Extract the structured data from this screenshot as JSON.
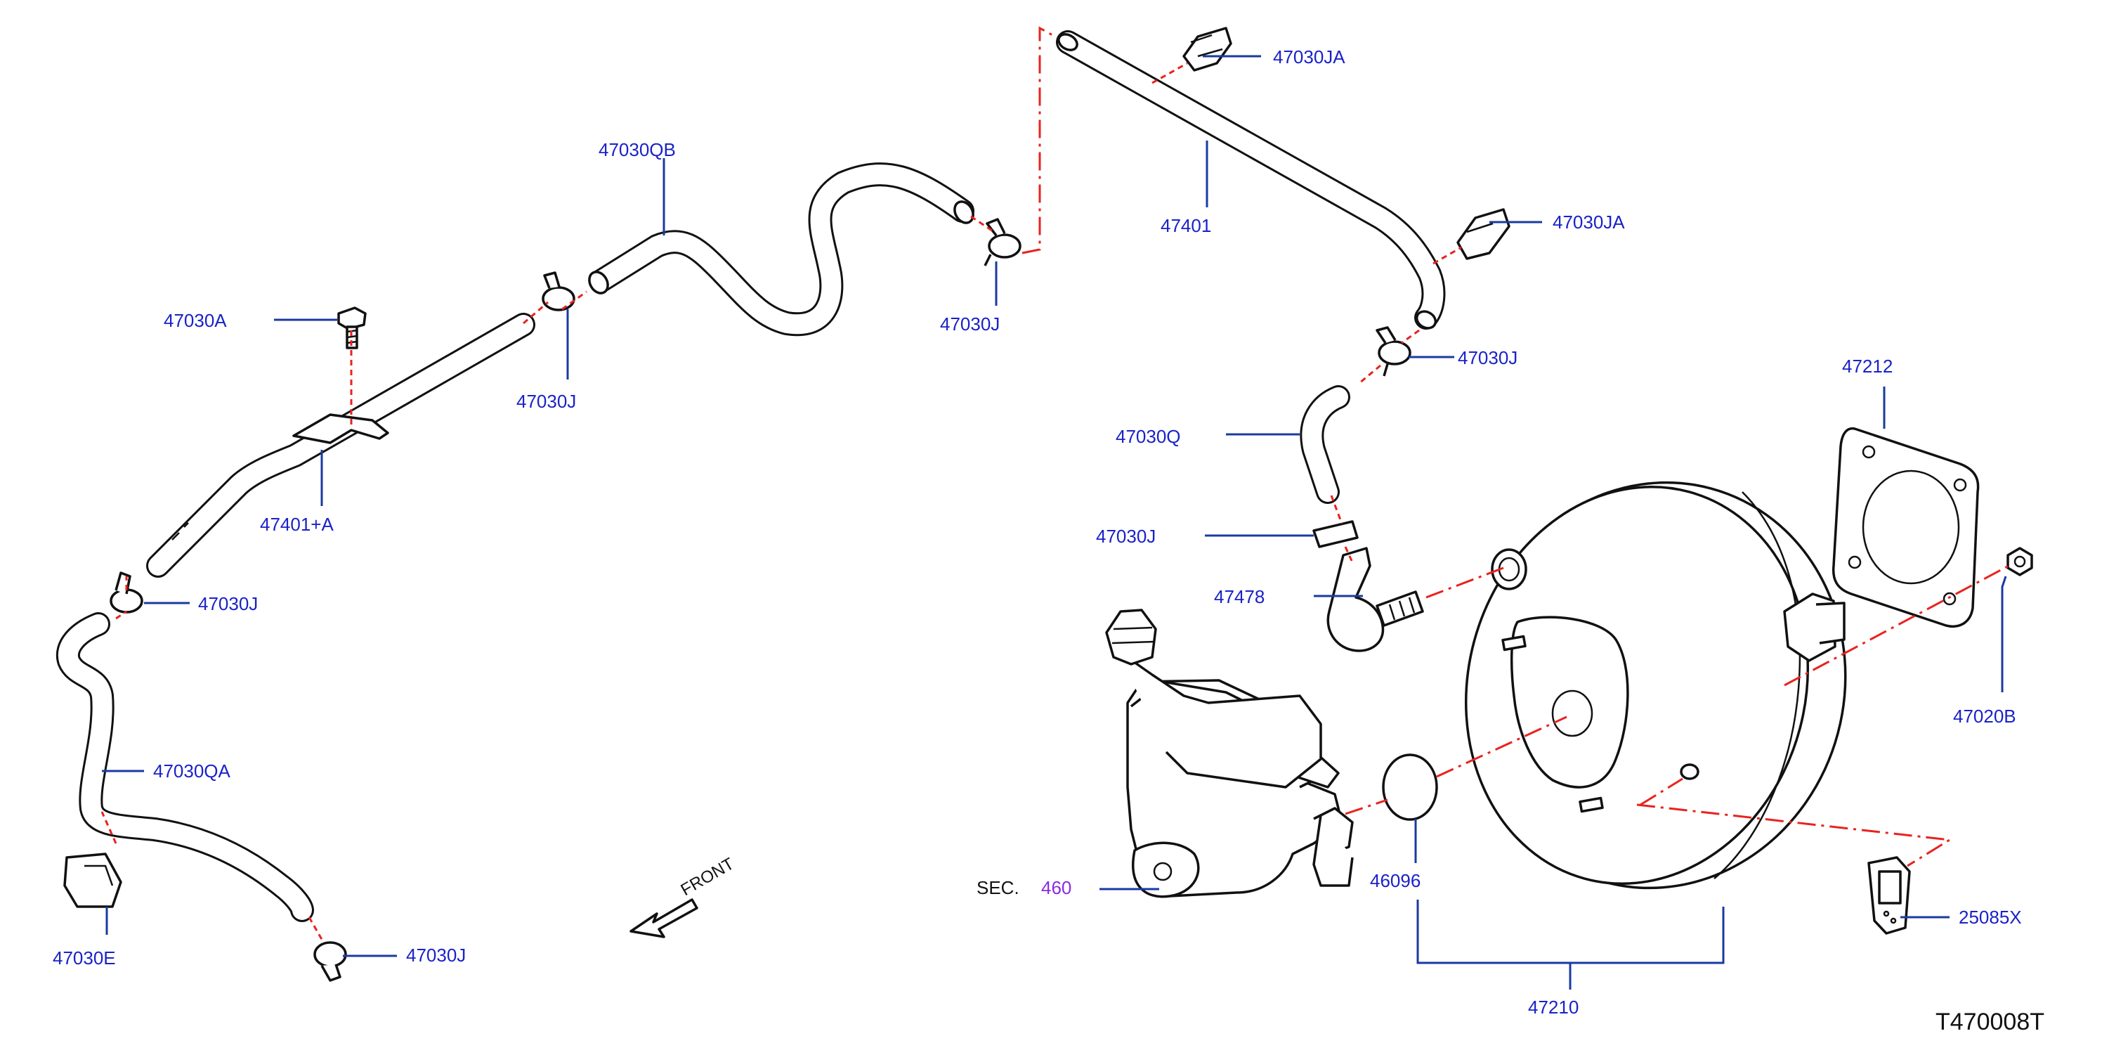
{
  "labels": {
    "p47030JA_top": "47030JA",
    "p47030QB": "47030QB",
    "p47401": "47401",
    "p47030JA_mid": "47030JA",
    "p47030A": "47030A",
    "p47030J_clamp1": "47030J",
    "p47030J_clamp2": "47030J",
    "p47030J_clamp3": "47030J",
    "p47212": "47212",
    "p47030Q": "47030Q",
    "p47401A": "47401+A",
    "p47030J_clamp4": "47030J",
    "p47478": "47478",
    "p47030J_left": "47030J",
    "p47020B": "47020B",
    "p47030QA": "47030QA",
    "sec_prefix": "SEC.",
    "sec_number": "460",
    "p46096": "46096",
    "p25085X": "25085X",
    "p47030E": "47030E",
    "p47030J_bottom": "47030J",
    "p47210": "47210",
    "front": "FRONT",
    "figure_id": "T470008T"
  },
  "colors": {
    "label": "#1a22c8",
    "leader": "#1a3aa0",
    "centerline": "#e8231f",
    "section_ref": "#8a2be2",
    "line_art": "#111111"
  }
}
